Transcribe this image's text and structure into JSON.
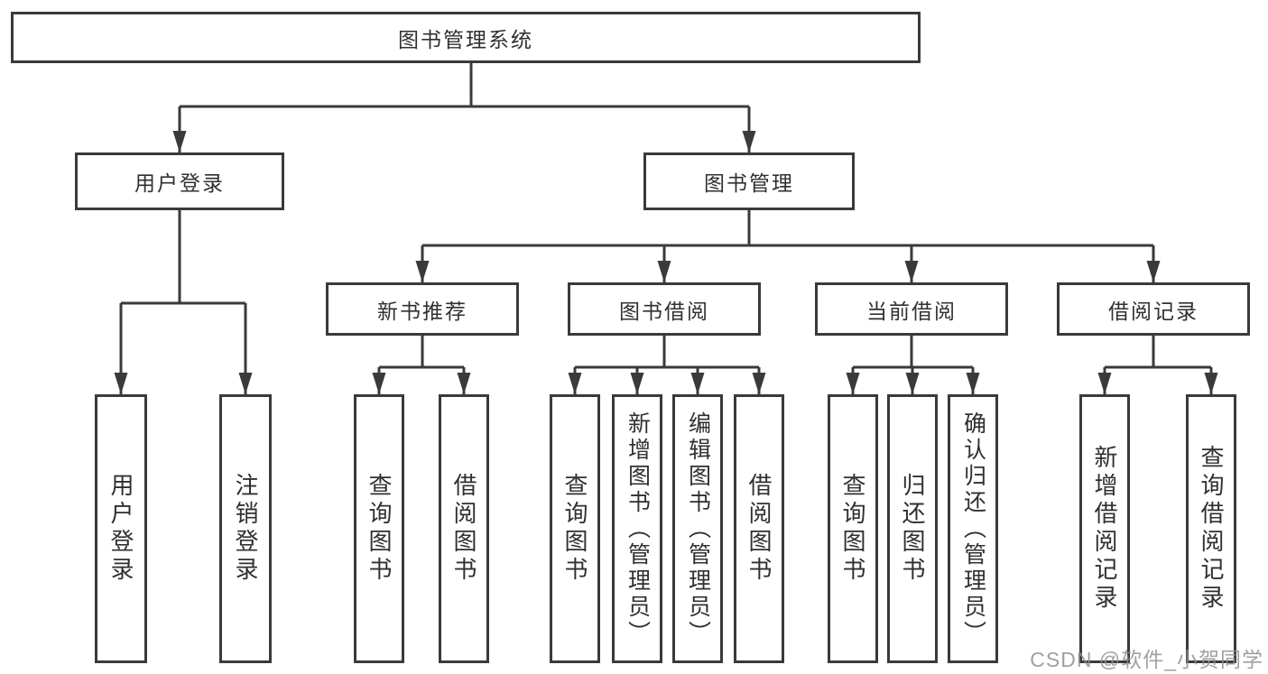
{
  "diagram": {
    "root": {
      "label": "图书管理系统",
      "children": [
        {
          "label": "用户登录",
          "children": [
            {
              "label": "用户登录"
            },
            {
              "label": "注销登录"
            }
          ]
        },
        {
          "label": "图书管理",
          "children": [
            {
              "label": "新书推荐",
              "children": [
                {
                  "label": "查询图书"
                },
                {
                  "label": "借阅图书"
                }
              ]
            },
            {
              "label": "图书借阅",
              "children": [
                {
                  "label": "查询图书"
                },
                {
                  "label": "新增图书（管理员）"
                },
                {
                  "label": "编辑图书（管理员）"
                },
                {
                  "label": "借阅图书"
                }
              ]
            },
            {
              "label": "当前借阅",
              "children": [
                {
                  "label": "查询图书"
                },
                {
                  "label": "归还图书"
                },
                {
                  "label": "确认归还（管理员）"
                }
              ]
            },
            {
              "label": "借阅记录",
              "children": [
                {
                  "label": "新增借阅记录"
                },
                {
                  "label": "查询借阅记录"
                }
              ]
            }
          ]
        }
      ]
    }
  },
  "watermark": {
    "text": "CSDN @软件_小贺同学"
  },
  "colors": {
    "line": "#3a3a3a",
    "text": "#303030",
    "background": "#ffffff",
    "watermark": "#8f8f8f"
  }
}
